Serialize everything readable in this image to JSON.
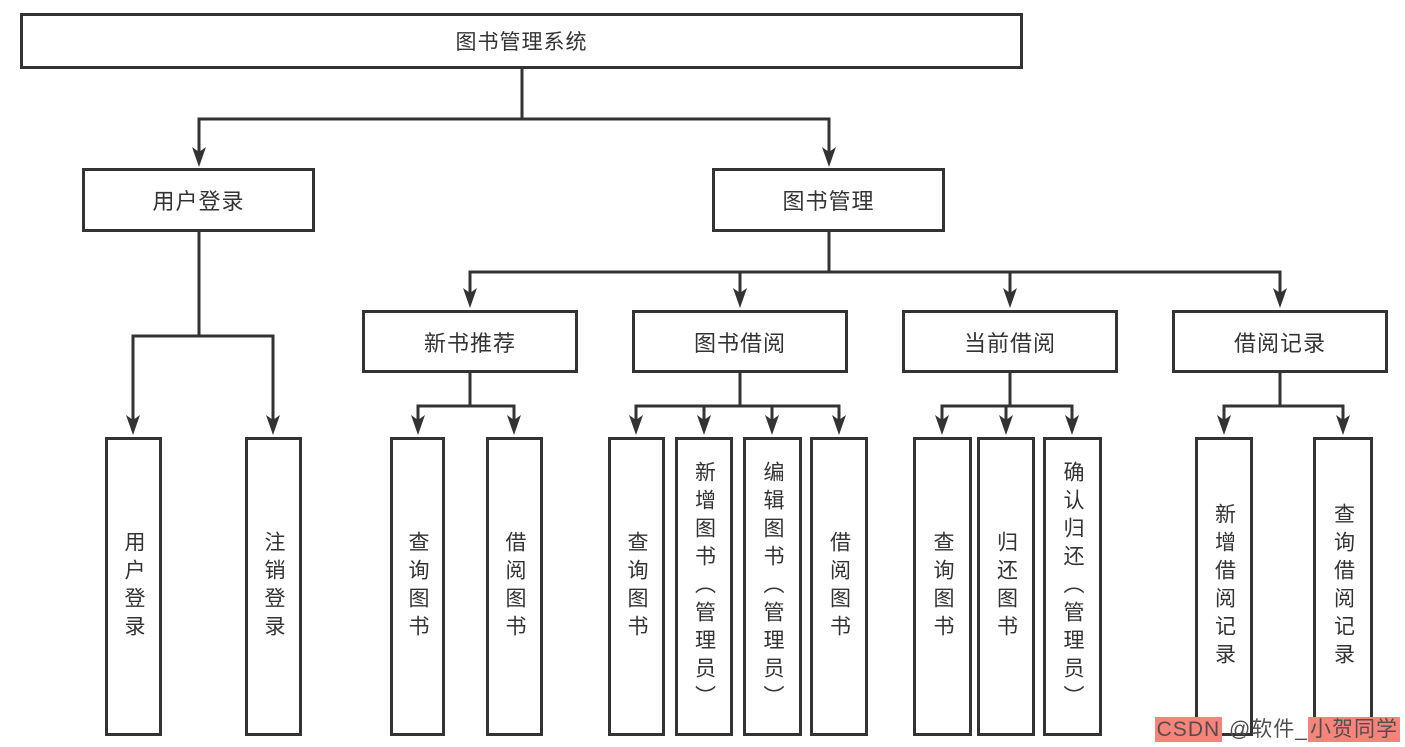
{
  "root": {
    "label": "图书管理系统",
    "children": [
      {
        "label": "用户登录",
        "children": [
          {
            "label": "用户登录"
          },
          {
            "label": "注销登录"
          }
        ]
      },
      {
        "label": "图书管理",
        "children": [
          {
            "label": "新书推荐",
            "children": [
              {
                "label": "查询图书"
              },
              {
                "label": "借阅图书"
              }
            ]
          },
          {
            "label": "图书借阅",
            "children": [
              {
                "label": "查询图书"
              },
              {
                "label": "新增图书（管理员）"
              },
              {
                "label": "编辑图书（管理员）"
              },
              {
                "label": "借阅图书"
              }
            ]
          },
          {
            "label": "当前借阅",
            "children": [
              {
                "label": "查询图书"
              },
              {
                "label": "归还图书"
              },
              {
                "label": "确认归还（管理员）"
              }
            ]
          },
          {
            "label": "借阅记录",
            "children": [
              {
                "label": "新增借阅记录"
              },
              {
                "label": "查询借阅记录"
              }
            ]
          }
        ]
      }
    ]
  },
  "watermark": {
    "part1": "CSDN",
    "part2": " @软件_",
    "part3": "小贺同学"
  },
  "colors": {
    "line_color": "#333333",
    "text_color": "#333333",
    "bg_color": "#ffffff",
    "wm_text": "#4f4f4f",
    "wm_highlight": "#f8837b"
  }
}
